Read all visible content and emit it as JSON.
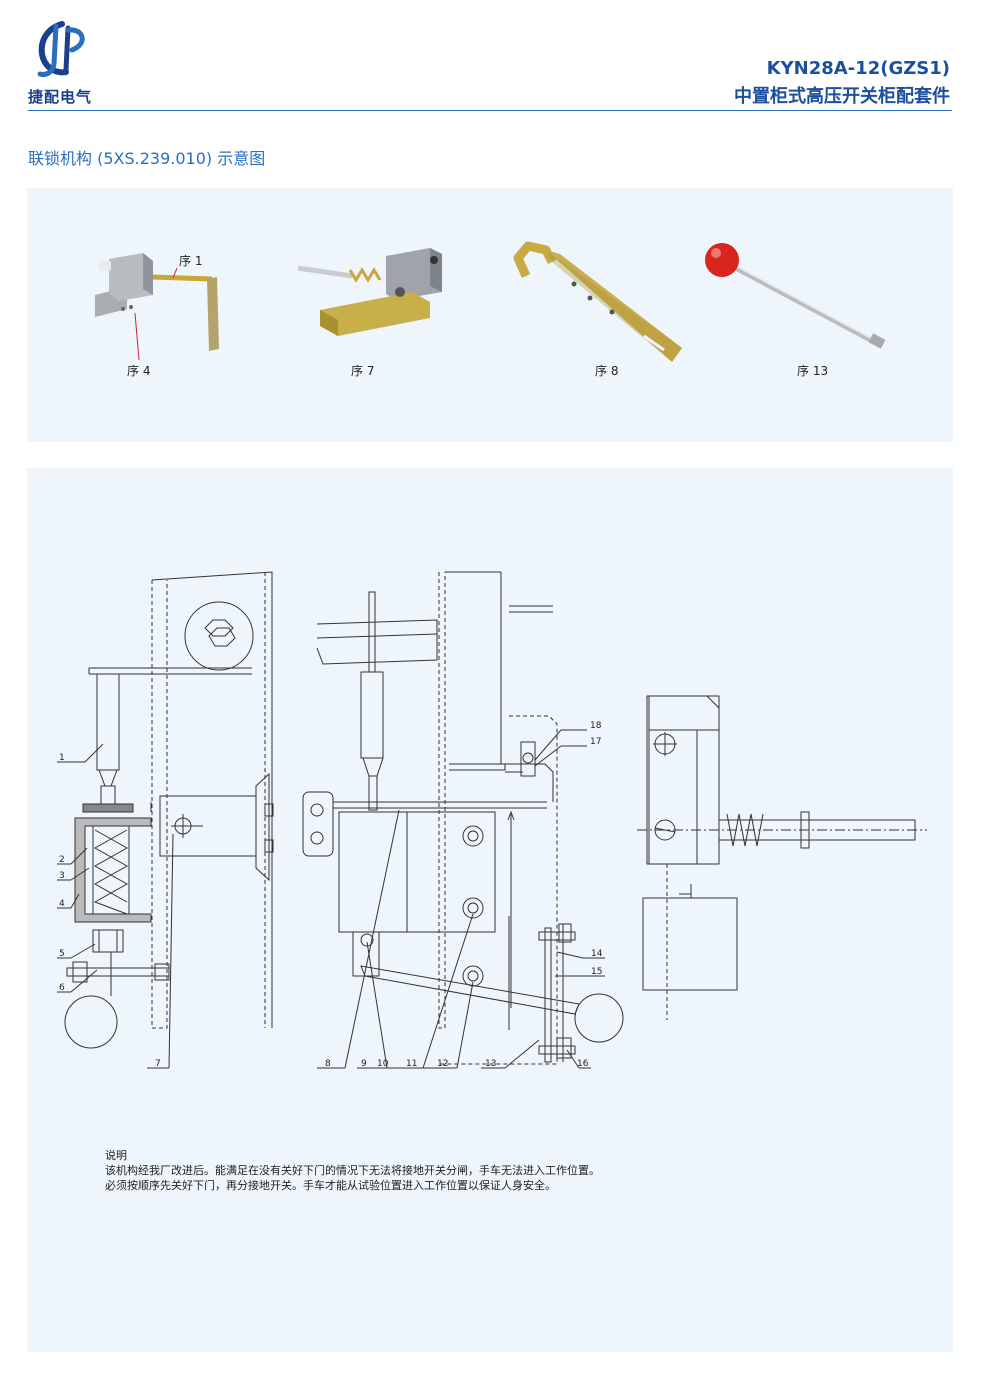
{
  "brand": {
    "logo_text": "捷配电气",
    "logo_icon": "jp-monogram-logo",
    "brand_color": "#1c4fa0"
  },
  "header": {
    "model": "KYN28A-12(GZS1)",
    "title": "中置柜式高压开关柜配套件"
  },
  "section": {
    "title": "联锁机构 (5XS.239.010) 示意图"
  },
  "parts": [
    {
      "label": "序 1"
    },
    {
      "label": "序 4"
    },
    {
      "label": "序 7"
    },
    {
      "label": "序 8"
    },
    {
      "label": "序 13"
    }
  ],
  "callouts": [
    "1",
    "2",
    "3",
    "4",
    "5",
    "6",
    "7",
    "8",
    "9",
    "10",
    "11",
    "12",
    "13",
    "14",
    "15",
    "16",
    "17",
    "18"
  ],
  "notes": {
    "heading": "说明",
    "line1": "该机构经我厂改进后。能满足在没有关好下门的情况下无法将接地开关分闸，手车无法进入工作位置。",
    "line2": "必须按顺序先关好下门，再分接地开关。手车才能从试验位置进入工作位置以保证人身安全。"
  },
  "colors": {
    "accent": "#2a6fbd",
    "panel_bg": "#eef6fc",
    "knob_red": "#d8261f"
  }
}
